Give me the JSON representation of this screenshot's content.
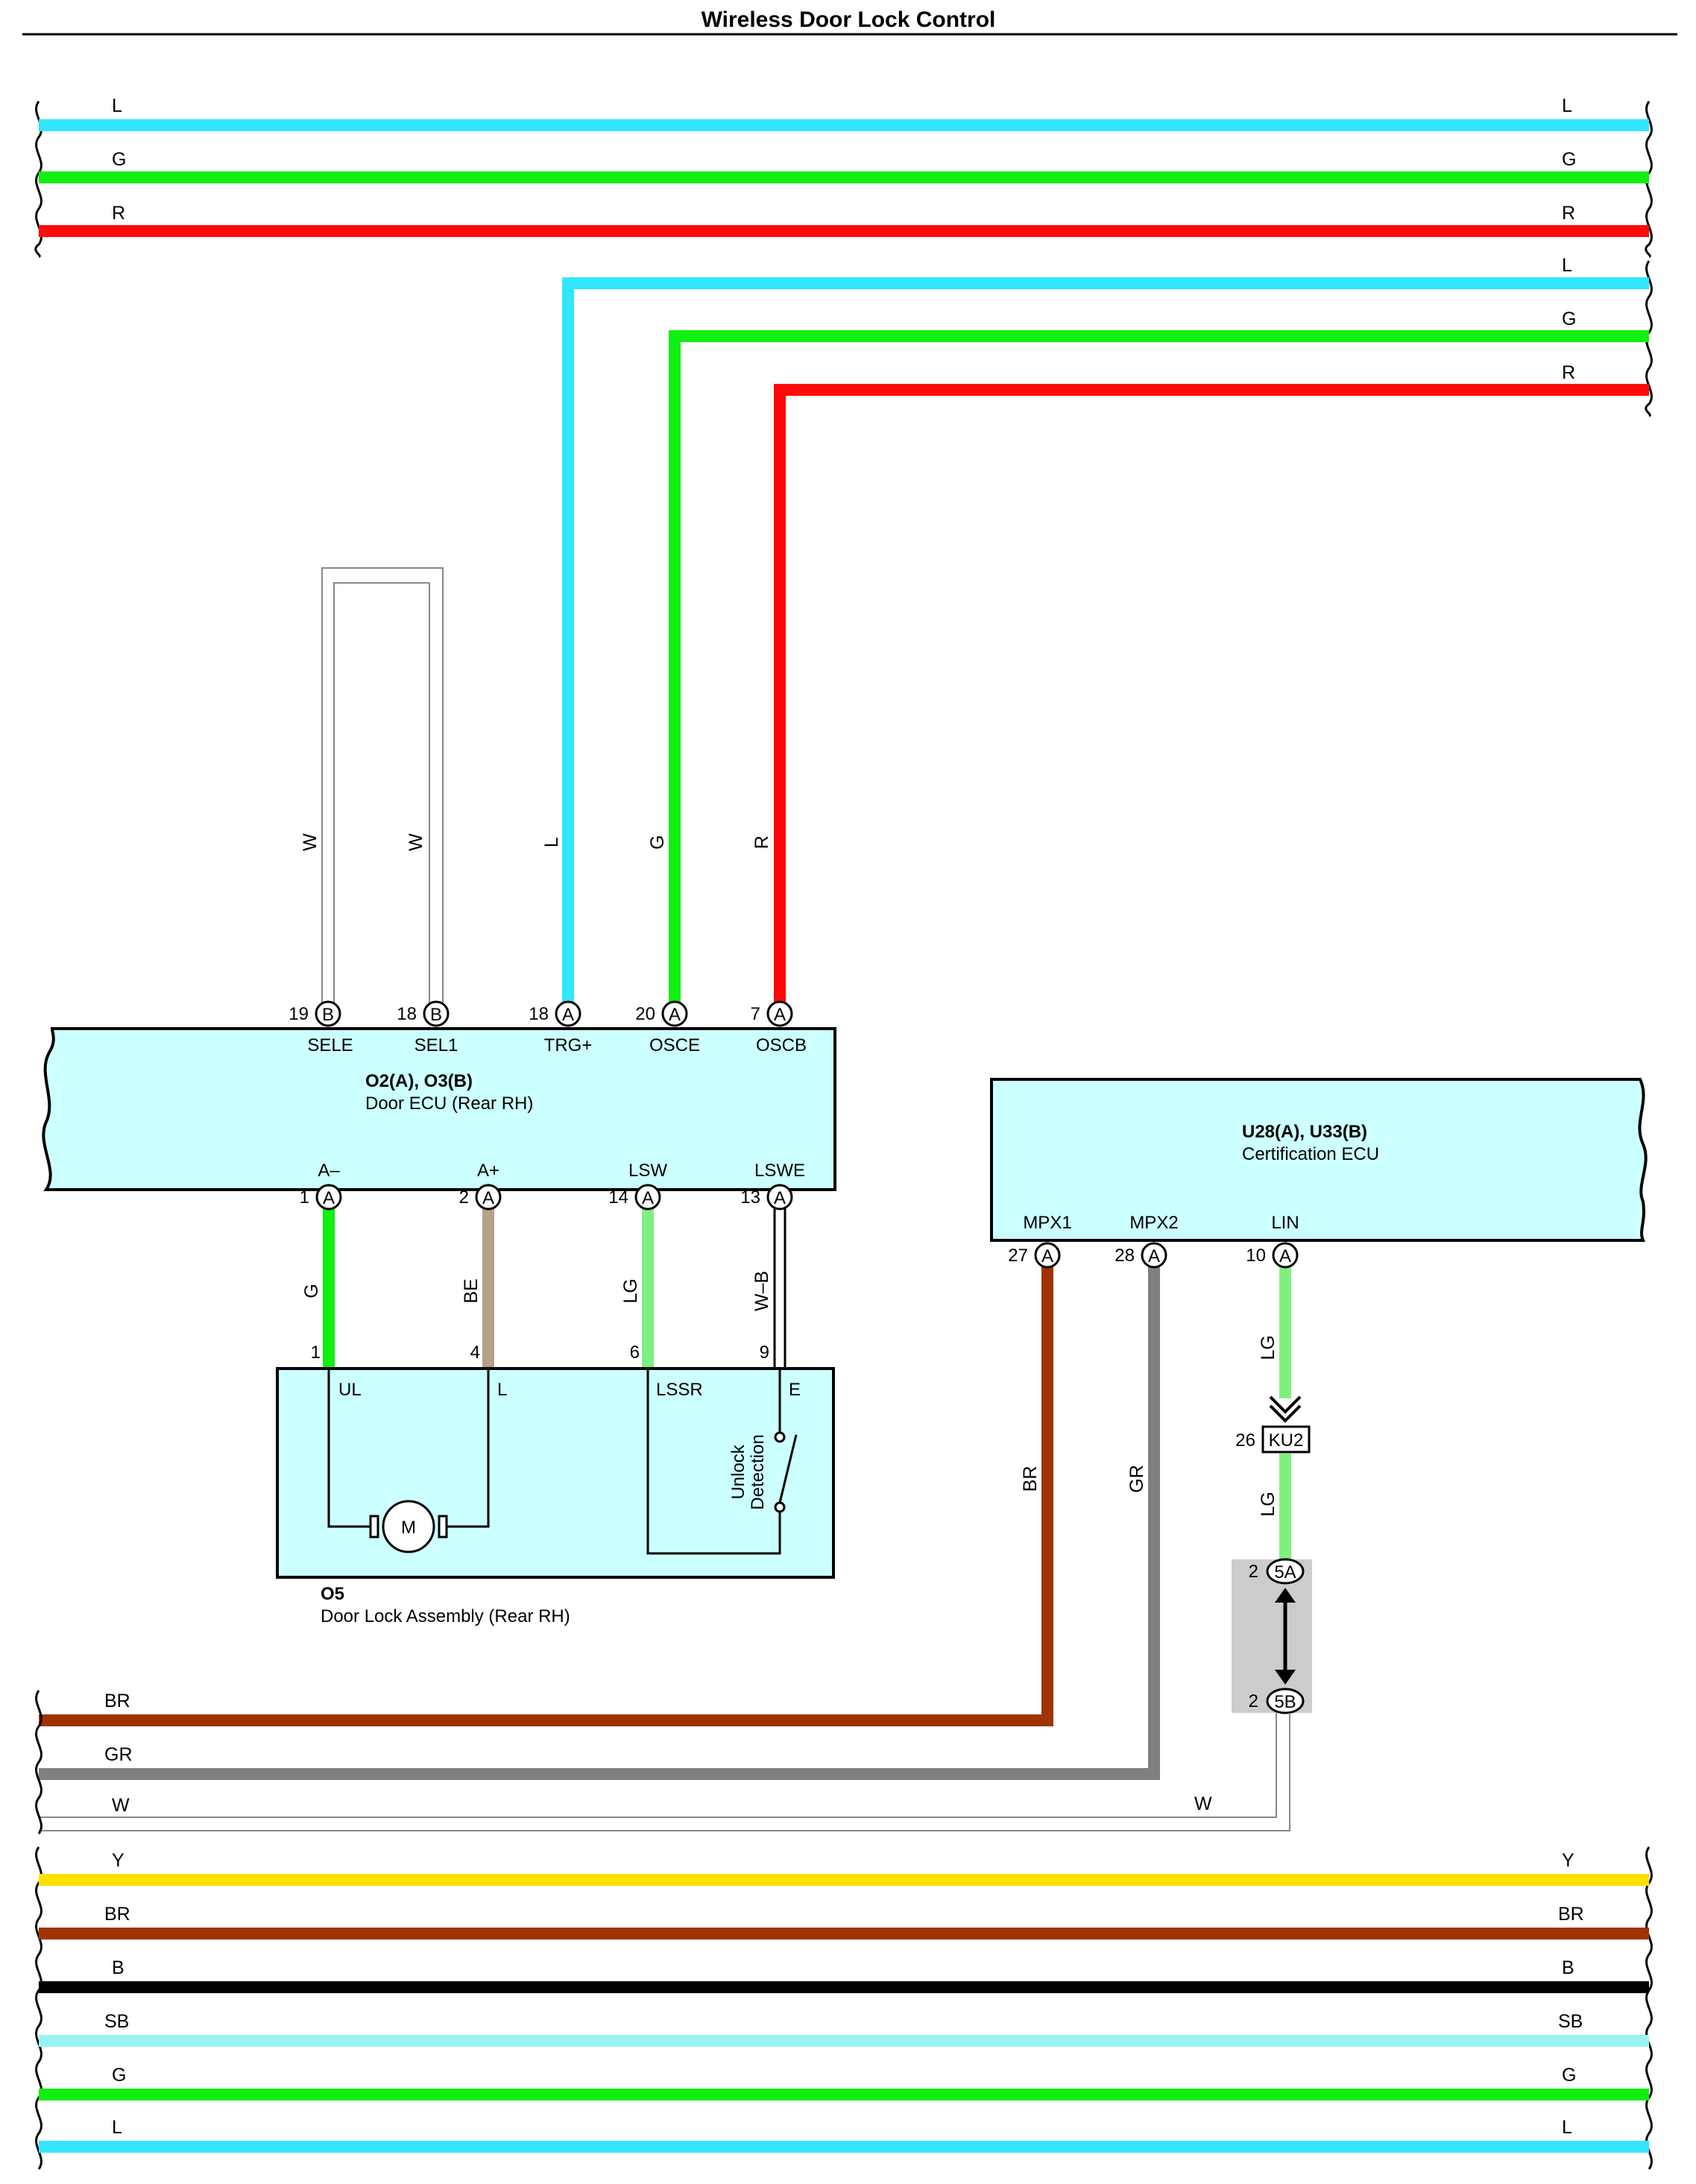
{
  "title": "Wireless Door Lock Control",
  "colors": {
    "L": "#33e6ff",
    "G": "#11ee11",
    "R": "#ff0a0a",
    "W": "#ffffff",
    "BE": "#b5a08a",
    "LG": "#7ff07f",
    "W-B": "#ffffff",
    "BR": "#a03400",
    "GR": "#808080",
    "Y": "#ffe000",
    "B": "#000000",
    "SB": "#99f3f3"
  },
  "top_bus": [
    {
      "color": "L",
      "left_label": "L",
      "right_label": "L"
    },
    {
      "color": "G",
      "left_label": "G",
      "right_label": "G"
    },
    {
      "color": "R",
      "left_label": "R",
      "right_label": "R"
    }
  ],
  "right_branch": [
    {
      "color": "L",
      "label": "L",
      "vertical_label": "L"
    },
    {
      "color": "G",
      "label": "G",
      "vertical_label": "G"
    },
    {
      "color": "R",
      "label": "R",
      "vertical_label": "R"
    }
  ],
  "sel_loop": [
    {
      "label": "W"
    },
    {
      "label": "W"
    }
  ],
  "door_ecu": {
    "name": "O2(A), O3(B)",
    "desc": "Door ECU (Rear RH)",
    "top_pins": [
      {
        "pin": "19",
        "conn": "B",
        "term": "SELE"
      },
      {
        "pin": "18",
        "conn": "B",
        "term": "SEL1"
      },
      {
        "pin": "18",
        "conn": "A",
        "term": "TRG+"
      },
      {
        "pin": "20",
        "conn": "A",
        "term": "OSCE"
      },
      {
        "pin": "7",
        "conn": "A",
        "term": "OSCB"
      }
    ],
    "bottom_pins": [
      {
        "pin": "1",
        "conn": "A",
        "term": "A–",
        "wire": "G",
        "lock_pin": "1",
        "color": "G"
      },
      {
        "pin": "2",
        "conn": "A",
        "term": "A+",
        "wire": "BE",
        "lock_pin": "4",
        "color": "BE"
      },
      {
        "pin": "14",
        "conn": "A",
        "term": "LSW",
        "wire": "LG",
        "lock_pin": "6",
        "color": "LG"
      },
      {
        "pin": "13",
        "conn": "A",
        "term": "LSWE",
        "wire": "W–B",
        "lock_pin": "9",
        "color": "W-B"
      }
    ]
  },
  "door_lock": {
    "name": "O5",
    "desc": "Door Lock Assembly (Rear RH)",
    "terms": [
      "UL",
      "L",
      "LSSR",
      "E"
    ],
    "motor": "M",
    "switch_label": [
      "Unlock",
      "Detection"
    ]
  },
  "cert_ecu": {
    "name": "U28(A), U33(B)",
    "desc": "Certification ECU",
    "pins": [
      {
        "pin": "27",
        "conn": "A",
        "term": "MPX1",
        "wire": "BR",
        "color": "BR"
      },
      {
        "pin": "28",
        "conn": "A",
        "term": "MPX2",
        "wire": "GR",
        "color": "GR"
      },
      {
        "pin": "10",
        "conn": "A",
        "term": "LIN",
        "wire": "LG",
        "color": "LG"
      }
    ]
  },
  "ku2": {
    "pin": "26",
    "name": "KU2",
    "wire_below": "LG"
  },
  "junction": {
    "top_pin": "2",
    "top_name": "5A",
    "bottom_pin": "2",
    "bottom_name": "5B",
    "wire_out": "W"
  },
  "bottom_feed": [
    {
      "color": "BR",
      "label": "BR"
    },
    {
      "color": "GR",
      "label": "GR"
    },
    {
      "color": "W",
      "label": "W"
    }
  ],
  "bottom_bus": [
    {
      "color": "Y",
      "left_label": "Y",
      "right_label": "Y"
    },
    {
      "color": "BR",
      "left_label": "BR",
      "right_label": "BR"
    },
    {
      "color": "B",
      "left_label": "B",
      "right_label": "B"
    },
    {
      "color": "SB",
      "left_label": "SB",
      "right_label": "SB"
    },
    {
      "color": "G",
      "left_label": "G",
      "right_label": "G"
    },
    {
      "color": "L",
      "left_label": "L",
      "right_label": "L"
    }
  ]
}
